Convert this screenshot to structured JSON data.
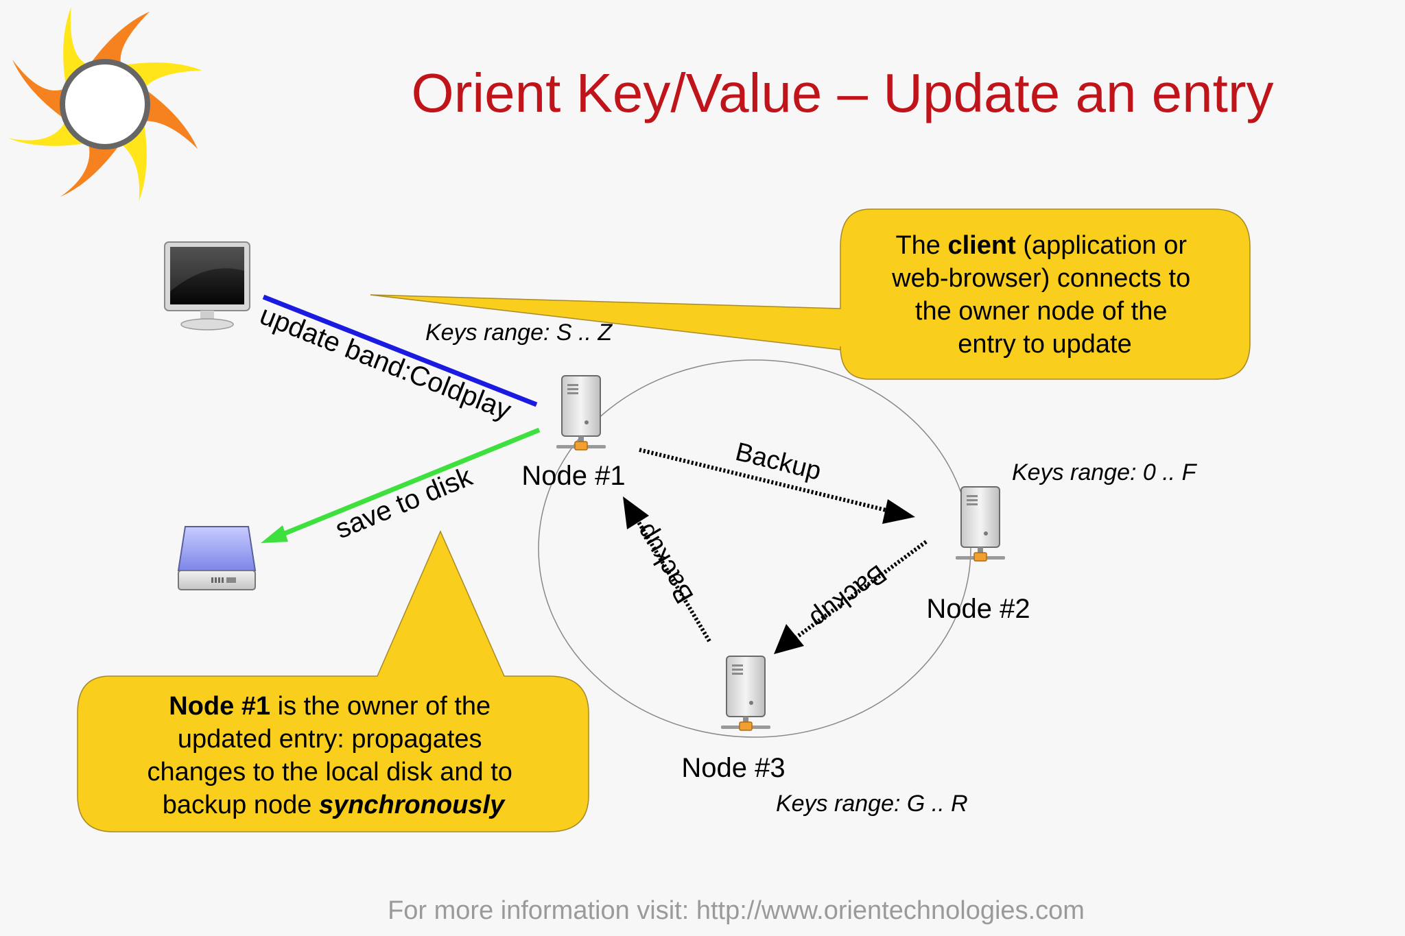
{
  "title": "Orient Key/Value – Update an entry",
  "nodes": [
    {
      "label": "Node #1",
      "keys_range": "Keys range: S .. Z"
    },
    {
      "label": "Node #2",
      "keys_range": "Keys range: 0 .. F"
    },
    {
      "label": "Node #3",
      "keys_range": "Keys range: G .. R"
    }
  ],
  "edges": {
    "update": "update band:Coldplay",
    "save": "save to disk",
    "backup_1_2": "Backup",
    "backup_2_3": "Backup",
    "backup_3_1": "Backup"
  },
  "callouts": {
    "client": {
      "line1_pre": "The ",
      "line1_bold": "client",
      "line1_post": " (application or",
      "line2": "web-browser) connects to",
      "line3": "the owner node of the",
      "line4": "entry to update"
    },
    "owner": {
      "line1_bold": "Node #1",
      "line1_post": " is the owner of the",
      "line2": "updated entry: propagates",
      "line3": "changes to the local disk and to",
      "line4_pre": "backup node ",
      "line4_bolditalic": "synchronously"
    }
  },
  "footer": "For more information visit: http://www.orientechnologies.com",
  "colors": {
    "title": "#c0141b",
    "callout_fill": "#f9ce1d",
    "update_arrow": "#1a1ae0",
    "save_arrow": "#3ee03e",
    "footer": "#9a9a9a",
    "logo_orange": "#f5821f",
    "logo_yellow": "#ffe51a"
  }
}
